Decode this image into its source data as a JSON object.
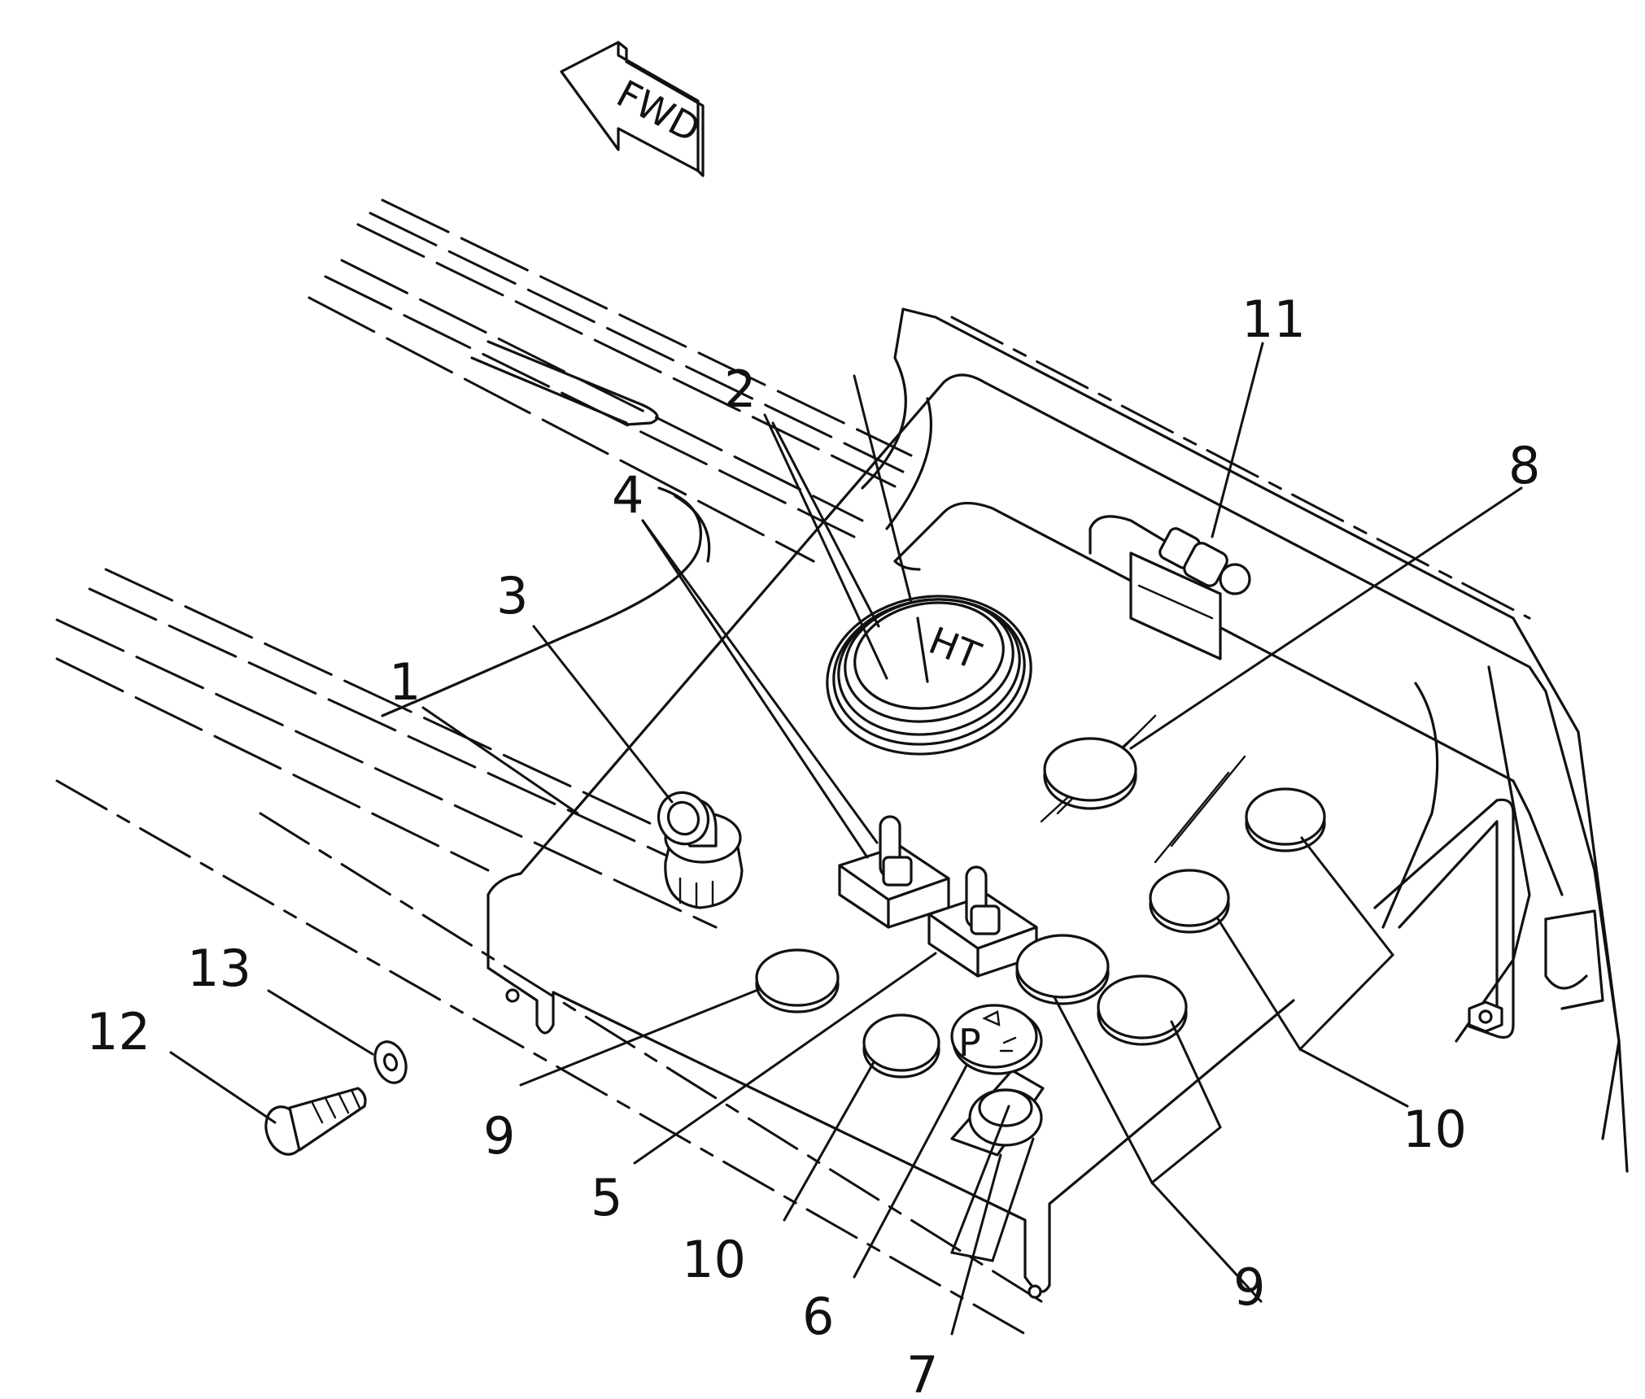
{
  "direction_indicator": {
    "text": "FWD",
    "icon": "arrow-left-icon"
  },
  "gauge": {
    "face_text": "HT"
  },
  "pedal_knob": {
    "text": "P"
  },
  "callouts": {
    "c1": "1",
    "c2": "2",
    "c3": "3",
    "c4": "4",
    "c5": "5",
    "c6": "6",
    "c7": "7",
    "c8": "8",
    "c9a": "9",
    "c9b": "9",
    "c10a": "10",
    "c10b": "10",
    "c11": "11",
    "c12": "12",
    "c13": "13"
  }
}
